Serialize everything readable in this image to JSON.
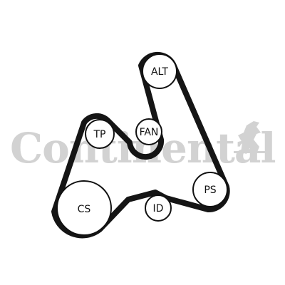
{
  "watermark": {
    "text": "Continental",
    "color": "#d2d2d2"
  },
  "belt": {
    "color": "#151515"
  },
  "pulleys": [
    {
      "id": "alt",
      "label": "ALT"
    },
    {
      "id": "tp",
      "label": "TP"
    },
    {
      "id": "fan",
      "label": "FAN"
    },
    {
      "id": "cs",
      "label": "CS"
    },
    {
      "id": "id",
      "label": "ID"
    },
    {
      "id": "ps",
      "label": "PS"
    }
  ]
}
